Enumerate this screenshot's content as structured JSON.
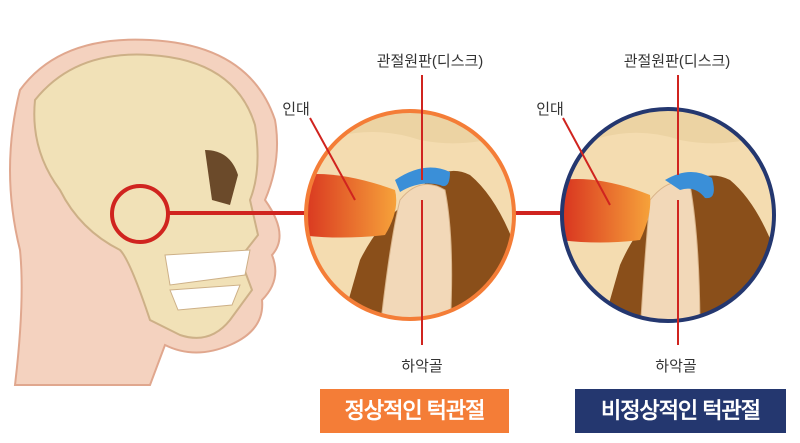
{
  "normal": {
    "disc_label": "관절원판(디스크)",
    "ligament_label": "인대",
    "mandible_label": "하악골",
    "caption": "정상적인 턱관절"
  },
  "abnormal": {
    "disc_label": "관절원판(디스크)",
    "ligament_label": "인대",
    "mandible_label": "하악골",
    "caption": "비정상적인 턱관절"
  },
  "colors": {
    "normal_accent": "#f47d37",
    "abnormal_accent": "#24376f",
    "pointer_red": "#d0241f",
    "disc_blue": "#3a8fd8"
  }
}
